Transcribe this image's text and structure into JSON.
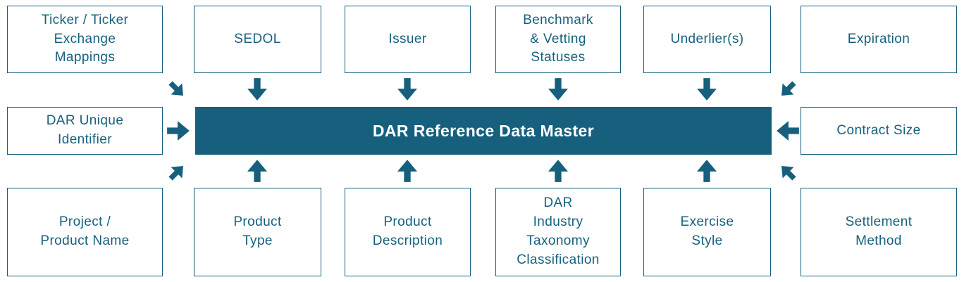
{
  "diagram": {
    "center": {
      "label": "DAR Reference Data Master"
    },
    "top_row": [
      {
        "label": "Ticker / Ticker\nExchange\nMappings"
      },
      {
        "label": "SEDOL"
      },
      {
        "label": "Issuer"
      },
      {
        "label": "Benchmark\n& Vetting\nStatuses"
      },
      {
        "label": "Underlier(s)"
      },
      {
        "label": "Expiration"
      }
    ],
    "middle_row": {
      "left": {
        "label": "DAR Unique\nIdentifier"
      },
      "right": {
        "label": "Contract Size"
      }
    },
    "bottom_row": [
      {
        "label": "Project /\nProduct Name"
      },
      {
        "label": "Product\nType"
      },
      {
        "label": "Product\nDescription"
      },
      {
        "label": "DAR\nIndustry\nTaxonomy\nClassification"
      },
      {
        "label": "Exercise\nStyle"
      },
      {
        "label": "Settlement\nMethod"
      }
    ],
    "colors": {
      "accent": "#16607E",
      "bar_background": "#16607E",
      "bar_text": "#FFFFFF",
      "box_background": "#FFFFFF"
    }
  }
}
